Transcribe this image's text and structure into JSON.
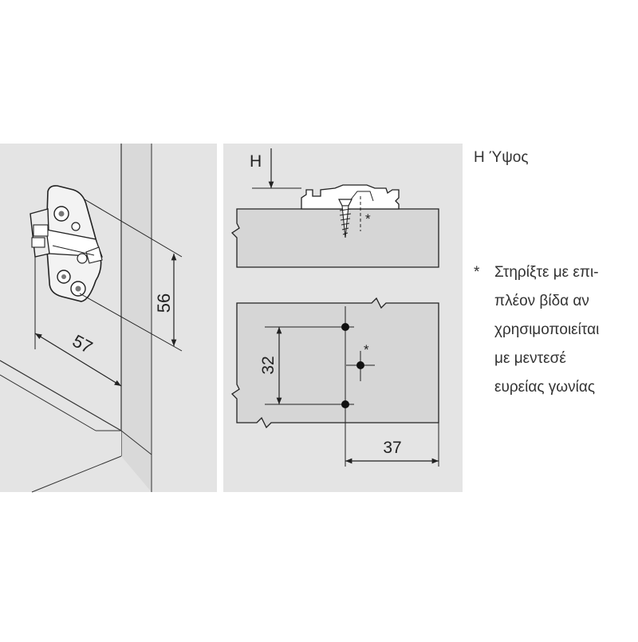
{
  "dimensions": {
    "left_height": "56",
    "left_width": "57",
    "height_symbol": "H",
    "hole_spacing": "32",
    "edge_distance": "37",
    "extra_screw_mark": "*"
  },
  "legend": {
    "height_label": "H Ύψος",
    "note_star": "*",
    "note_lines": [
      "Στηρίξτε με επι-",
      "πλέον βίδα αν",
      "χρησιμοποιείται",
      "με μεντεσέ",
      "ευρείας γωνίας"
    ]
  },
  "colors": {
    "panel_bg": "#e4e4e4",
    "board": "#d6d6d6",
    "line": "#222222",
    "white": "#ffffff"
  }
}
